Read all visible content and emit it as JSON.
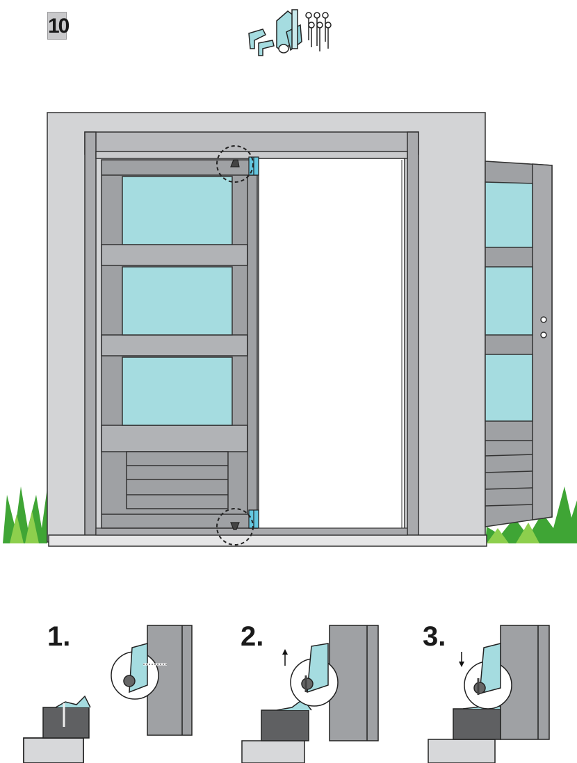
{
  "step": {
    "number": "10"
  },
  "substeps": [
    {
      "label": "1.",
      "arrow": ""
    },
    {
      "label": "2.",
      "arrow": "up"
    },
    {
      "label": "3.",
      "arrow": "down"
    }
  ],
  "colors": {
    "wall": "#d3d4d6",
    "frame": "#a9aaad",
    "door": "#9fa1a4",
    "glass": "#a5dce0",
    "hinge": "#64c7e0",
    "grass": "#3fa535",
    "grass_light": "#8dcf4d",
    "block": "#5f6062",
    "ground": "#d7d8da"
  },
  "icons": [
    "hinge-bracket-icon",
    "hinge-roller-icon",
    "screw-icon"
  ]
}
